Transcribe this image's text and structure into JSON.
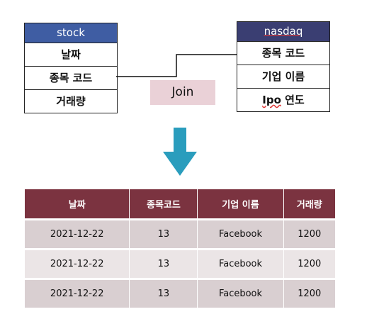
{
  "stock": {
    "title": "stock",
    "fields": [
      "날짜",
      "종목 코드",
      "거래량"
    ]
  },
  "nasdaq": {
    "title": "nasdaq",
    "fields": [
      "종목 코드",
      "기업 이름"
    ],
    "last_field_part1": "Ipo",
    "last_field_part2": " 연도"
  },
  "join_label": "Join",
  "result": {
    "headers": [
      "날짜",
      "종목코드",
      "기업 이름",
      "거래량"
    ],
    "rows": [
      [
        "2021-12-22",
        "13",
        "Facebook",
        "1200"
      ],
      [
        "2021-12-22",
        "13",
        "Facebook",
        "1200"
      ],
      [
        "2021-12-22",
        "13",
        "Facebook",
        "1200"
      ]
    ]
  },
  "colors": {
    "stock_header": "#3f5da3",
    "nasdaq_header": "#3a3e72",
    "join_bg": "#ead1d7",
    "arrow": "#2a9dbd",
    "table_header": "#7b3340"
  }
}
